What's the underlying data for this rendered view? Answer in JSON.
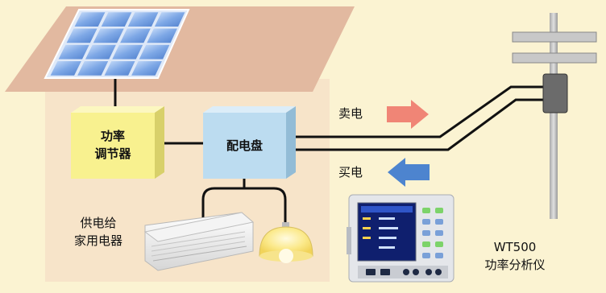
{
  "labels": {
    "power_conditioner_line1": "功率",
    "power_conditioner_line2": "调节器",
    "distribution_board": "配电盘",
    "sell_power": "卖电",
    "buy_power": "买电",
    "supply_line1": "供电给",
    "supply_line2": "家用电器",
    "analyzer_model": "WT500",
    "analyzer_name": "功率分析仪"
  },
  "colors": {
    "background": "#fbf3d2",
    "house_wall": "#f7e4c9",
    "roof": "#e2b9a0",
    "solar_cell": "#6f9de0",
    "power_conditioner": "#f8f18f",
    "distribution_board": "#bcdcf0",
    "sell_arrow": "#f08576",
    "buy_arrow": "#4d84cf"
  }
}
